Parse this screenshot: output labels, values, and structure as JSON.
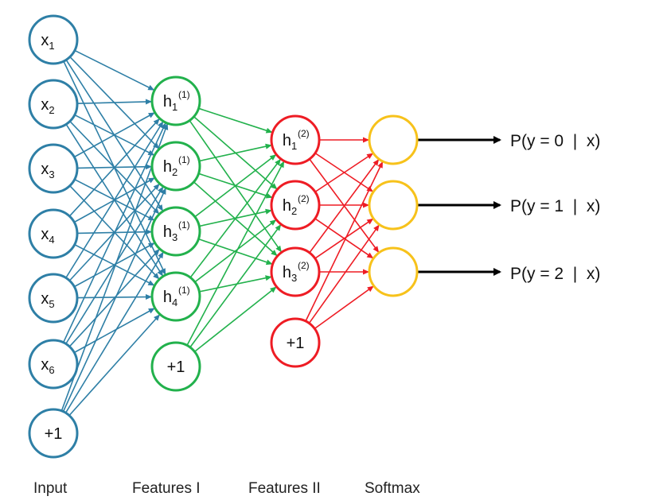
{
  "colors": {
    "input": "#2e7fa6",
    "features_1": "#22b14c",
    "features_2": "#ee1c24",
    "softmax": "#f7c21b",
    "output_arrow": "#000000"
  },
  "layers": {
    "input": {
      "label": "Input",
      "nodes": [
        {
          "base": "x",
          "sub": "1"
        },
        {
          "base": "x",
          "sub": "2"
        },
        {
          "base": "x",
          "sub": "3"
        },
        {
          "base": "x",
          "sub": "4"
        },
        {
          "base": "x",
          "sub": "5"
        },
        {
          "base": "x",
          "sub": "6"
        },
        {
          "base": "+1",
          "sub": ""
        }
      ]
    },
    "features_1": {
      "label": "Features I",
      "nodes": [
        {
          "base": "h",
          "sub": "1",
          "sup": "(1)"
        },
        {
          "base": "h",
          "sub": "2",
          "sup": "(1)"
        },
        {
          "base": "h",
          "sub": "3",
          "sup": "(1)"
        },
        {
          "base": "h",
          "sub": "4",
          "sup": "(1)"
        },
        {
          "base": "+1",
          "sub": ""
        }
      ]
    },
    "features_2": {
      "label": "Features II",
      "nodes": [
        {
          "base": "h",
          "sub": "1",
          "sup": "(2)"
        },
        {
          "base": "h",
          "sub": "2",
          "sup": "(2)"
        },
        {
          "base": "h",
          "sub": "3",
          "sup": "(2)"
        },
        {
          "base": "+1",
          "sub": ""
        }
      ]
    },
    "softmax": {
      "label": "Softmax",
      "nodes": [
        {
          "base": ""
        },
        {
          "base": ""
        },
        {
          "base": ""
        }
      ]
    }
  },
  "outputs": [
    "P(y = 0  |  x)",
    "P(y = 1  |  x)",
    "P(y = 2  |  x)"
  ]
}
